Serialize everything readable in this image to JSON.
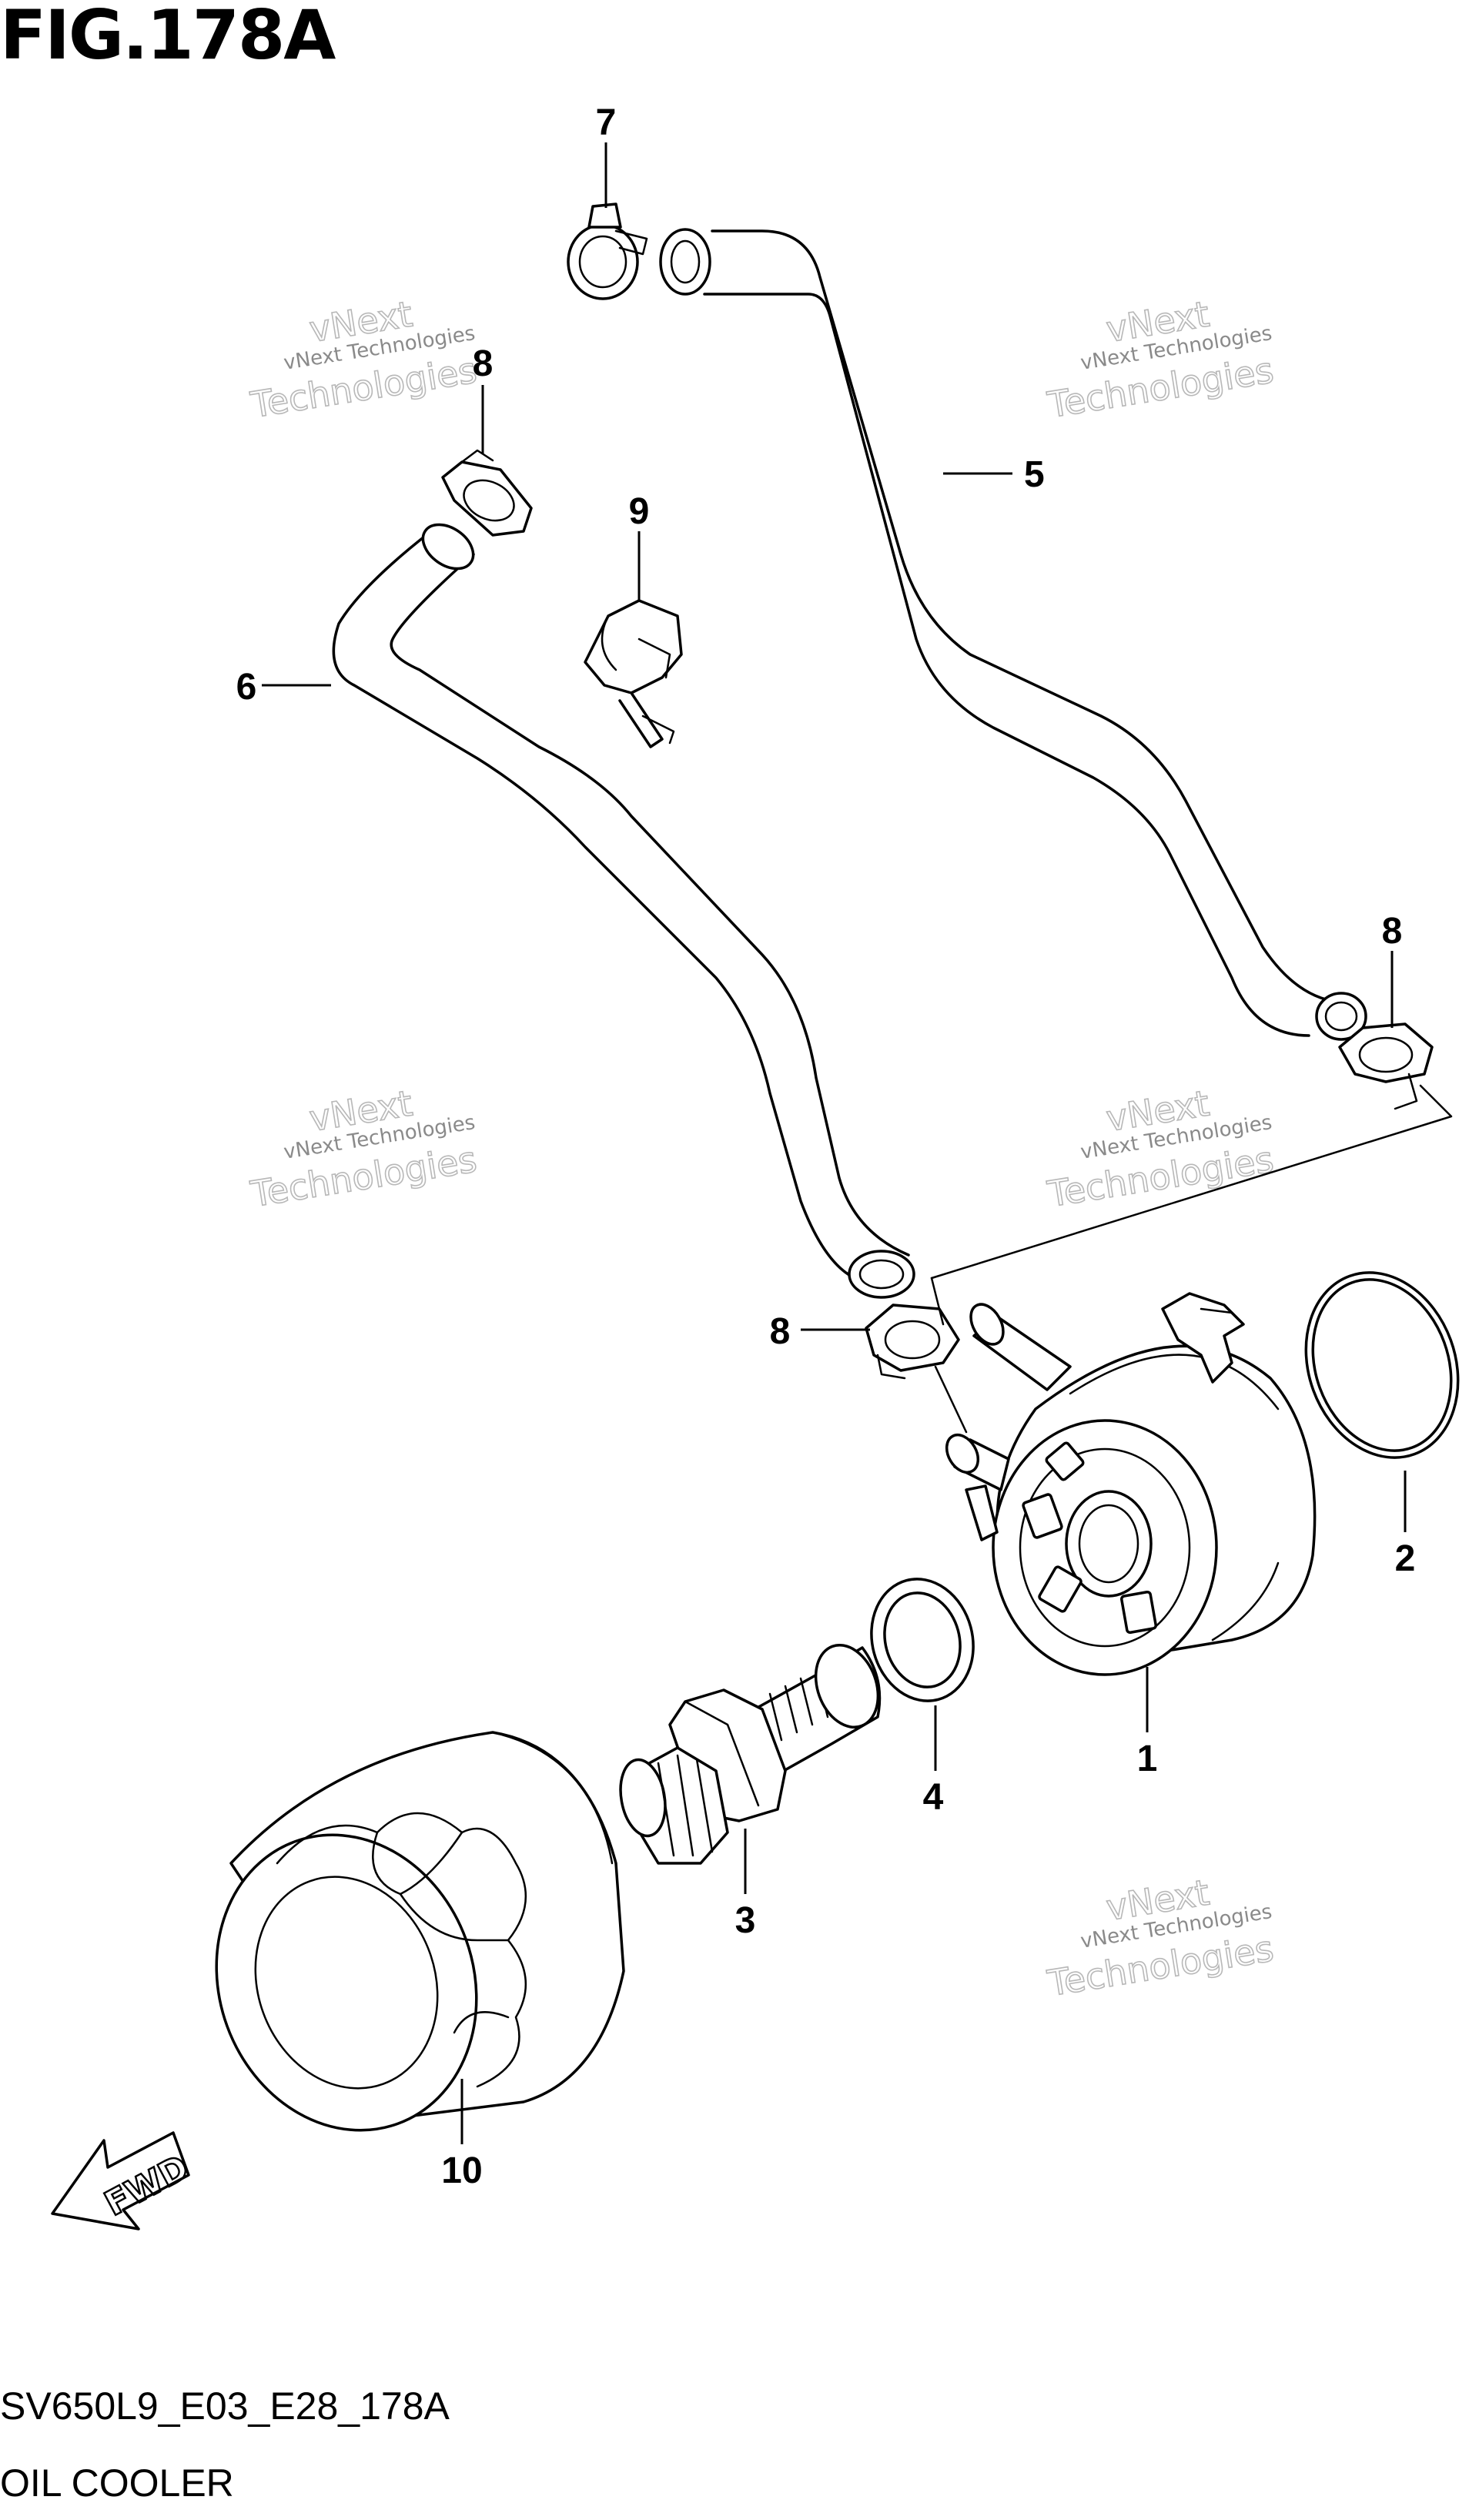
{
  "figure": {
    "title": "FIG.178A",
    "diagram_code": "SV650L9_E03_E28_178A",
    "diagram_name": "OIL COOLER"
  },
  "callouts": {
    "p1": "1",
    "p2": "2",
    "p3": "3",
    "p4": "4",
    "p5": "5",
    "p6": "6",
    "p7": "7",
    "p8_top": "8",
    "p8_right": "8",
    "p8_mid": "8",
    "p9": "9",
    "p10": "10"
  },
  "watermark": {
    "line1": "vNext Technologies",
    "line2": "vNext",
    "line3": "Technologies"
  },
  "direction": {
    "label": "FWD"
  }
}
